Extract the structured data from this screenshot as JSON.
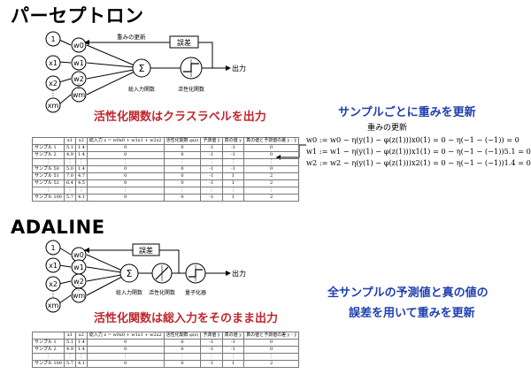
{
  "perceptron": {
    "title": "パーセプトロン",
    "diagram": {
      "inputs": [
        "1",
        "x1",
        "x2",
        "⋮",
        "xm"
      ],
      "weights": [
        "w0",
        "w1",
        "w2",
        "⋮",
        "wm"
      ],
      "sum_symbol": "Σ",
      "update_label": "重みの更新",
      "error_label": "誤差",
      "output_label": "出力",
      "net_input_label": "総入力関数",
      "activation_label": "活性化関数"
    },
    "caption": "活性化関数はクラスラベルを出力",
    "table": {
      "headers": [
        "",
        "x1",
        "x2",
        "総入力 z = w0x0 + w1x1 + w2x2",
        "活性化関数 φ(z)",
        "予測値 ŷ",
        "真の値 y",
        "真の値と予測値の差 y - ŷ"
      ],
      "rows": [
        [
          "サンプル 1",
          "5.1",
          "1.4",
          "0",
          "0",
          "-1",
          "-1",
          "0"
        ],
        [
          "サンプル 2",
          "4.9",
          "1.4",
          "0",
          "0",
          "-1",
          "-1",
          "0"
        ],
        [
          "⋮",
          "⋮",
          "⋮",
          "⋮",
          "⋮",
          "⋮",
          "⋮",
          "⋮"
        ],
        [
          "サンプル 50",
          "5.0",
          "1.4",
          "0",
          "0",
          "-1",
          "-1",
          "0"
        ],
        [
          "サンプル 51",
          "7.0",
          "4.7",
          "0",
          "0",
          "-1",
          "1",
          "2"
        ],
        [
          "サンプル 52",
          "6.4",
          "4.5",
          "0",
          "0",
          "-1",
          "1",
          "2"
        ],
        [
          "⋮",
          "⋮",
          "⋮",
          "⋮",
          "⋮",
          "⋮",
          "⋮",
          "⋮"
        ],
        [
          "サンプル 100",
          "5.7",
          "4.1",
          "0",
          "0",
          "-1",
          "1",
          "2"
        ]
      ]
    },
    "annotation": "サンプルごとに重みを更新",
    "equations_label": "重みの更新",
    "equations": [
      "w0 := w0 − η(y(1) − φ(z(1)))x0(1) = 0 − η(−1 − (−1)) = 0",
      "w1 := w1 − η(y(1) − φ(z(1)))x1(1) = 0 − η(−1 − (−1))5.1 = 0",
      "w2 := w2 − η(y(1) − φ(z(1)))x2(1) = 0 − η(−1 − (−1))1.4 = 0"
    ]
  },
  "adaline": {
    "title": "ADALINE",
    "diagram": {
      "inputs": [
        "1",
        "x1",
        "x2",
        "⋮",
        "xm"
      ],
      "weights": [
        "w0",
        "w1",
        "w2",
        "⋮",
        "wm"
      ],
      "sum_symbol": "Σ",
      "error_label": "誤差",
      "output_label": "出力",
      "net_input_label": "総入力関数",
      "activation_label": "活性化関数",
      "quantizer_label": "量子化器"
    },
    "caption": "活性化関数は総入力をそのまま出力",
    "annotation_line1": "全サンプルの予測値と真の値の",
    "annotation_line2": "誤差を用いて重みを更新",
    "table": {
      "headers": [
        "",
        "x1",
        "x2",
        "総入力 z = w0x0 + w1x1 + w2x2",
        "活性化関数 φ(z)",
        "予測値 ŷ",
        "真の値 y",
        "真の値と予測値の差 y - ŷ"
      ],
      "rows": [
        [
          "サンプル 1",
          "5.1",
          "1.4",
          "0",
          "0",
          "-1",
          "-1",
          "0"
        ],
        [
          "サンプル 2",
          "4.9",
          "1.4",
          "0",
          "0",
          "-1",
          "-1",
          "0"
        ],
        [
          "⋮",
          "⋮",
          "⋮",
          "⋮",
          "⋮",
          "⋮",
          "⋮",
          "⋮"
        ],
        [
          "サンプル 100",
          "5.7",
          "4.1",
          "0",
          "0",
          "-1",
          "1",
          "2"
        ]
      ]
    }
  },
  "colors": {
    "red": "#c0272d",
    "blue": "#1f3fb0"
  }
}
